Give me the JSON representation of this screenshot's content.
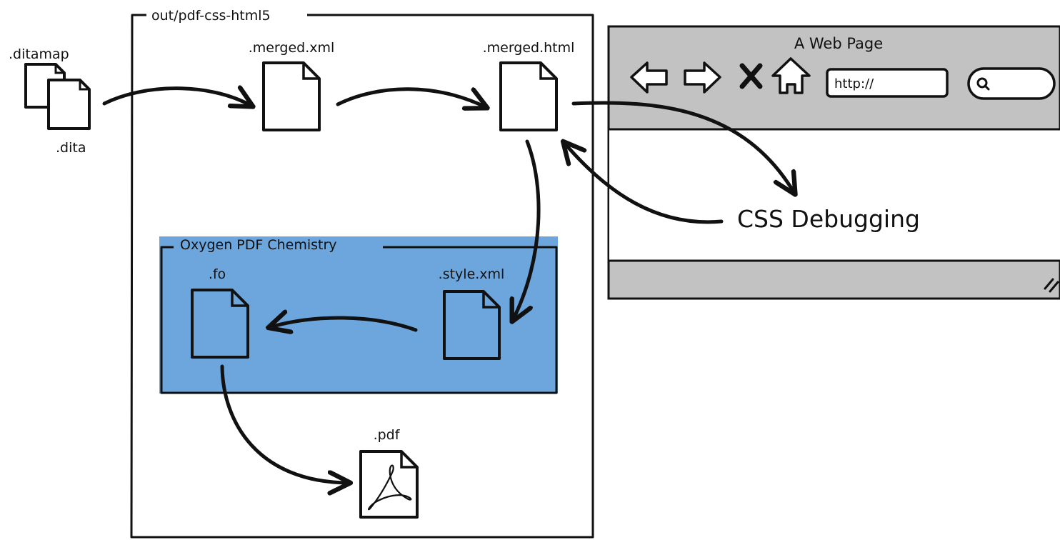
{
  "diagram": {
    "input_labels": {
      "ditamap": ".ditamap",
      "dita": ".dita"
    },
    "output_folder": {
      "title": "out/pdf-css-html5",
      "merged_xml": ".merged.xml",
      "merged_html": ".merged.html",
      "pdf": ".pdf"
    },
    "chemistry": {
      "title": "Oxygen PDF Chemistry",
      "fo": ".fo",
      "style_xml": ".style.xml",
      "fill_color": "#6ca6dc"
    },
    "browser": {
      "title": "A Web Page",
      "address_value": "http://",
      "frame_color": "#c2c2c2",
      "icons": [
        "back-icon",
        "forward-icon",
        "stop-icon",
        "home-icon",
        "search-icon",
        "resize-grip-icon"
      ]
    },
    "debug_label": "CSS Debugging"
  }
}
